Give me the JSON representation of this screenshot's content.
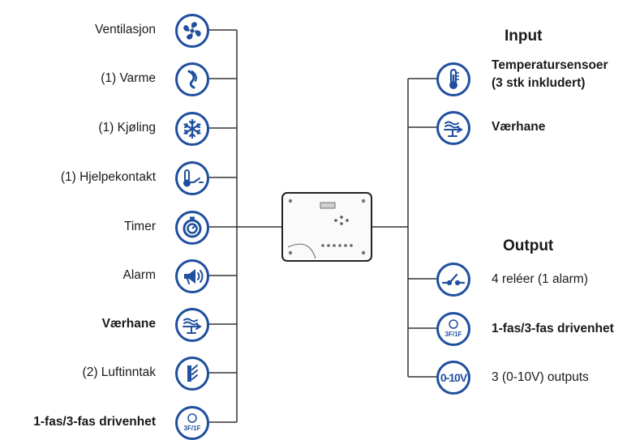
{
  "left_items": [
    {
      "label": "Ventilasjon",
      "icon": "fan-icon",
      "bold": false
    },
    {
      "label": "(1) Varme",
      "icon": "heat-icon",
      "bold": false
    },
    {
      "label": "(1) Kjøling",
      "icon": "snowflake-icon",
      "bold": false
    },
    {
      "label": "(1) Hjelpekontakt",
      "icon": "thermostat-switch-icon",
      "bold": false
    },
    {
      "label": "Timer",
      "icon": "timer-icon",
      "bold": false
    },
    {
      "label": "Alarm",
      "icon": "alarm-horn-icon",
      "bold": false
    },
    {
      "label": "Værhane",
      "icon": "weather-vane-icon",
      "bold": true
    },
    {
      "label": "(2) Luftinntak",
      "icon": "air-intake-icon",
      "bold": false
    },
    {
      "label": "1-fas/3-fas drivenhet",
      "icon": "motor-drive-icon",
      "bold": true,
      "icon_text": "3F/1F"
    }
  ],
  "input": {
    "heading": "Input",
    "items": [
      {
        "label_line1": "Temperatursensoer",
        "label_line2": "(3 stk inkludert)",
        "icon": "thermometer-icon",
        "bold": true
      },
      {
        "label_line1": "Værhane",
        "label_line2": "",
        "icon": "weather-vane-icon",
        "bold": true
      }
    ]
  },
  "output": {
    "heading": "Output",
    "items": [
      {
        "label": "4 reléer (1 alarm)",
        "icon": "relay-switch-icon",
        "bold": false
      },
      {
        "label": "1-fas/3-fas drivenhet",
        "icon": "motor-drive-icon",
        "bold": true,
        "icon_text": "3F/1F"
      },
      {
        "label": "3 (0-10V) outputs",
        "icon": "analog-output-icon",
        "bold": false,
        "icon_text": "0-10V"
      }
    ]
  },
  "colors": {
    "icon_blue": "#1f4f9e",
    "line": "#333333"
  }
}
